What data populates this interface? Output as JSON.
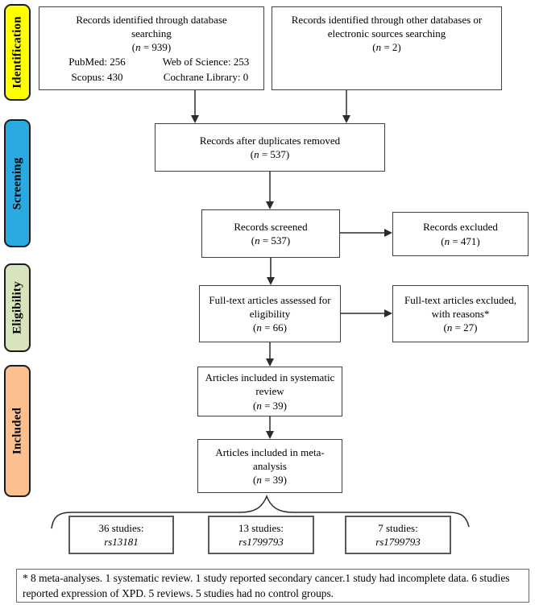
{
  "stages": [
    {
      "label": "Identification",
      "color": "#FFFF00"
    },
    {
      "label": "Screening",
      "color": "#29ABE2"
    },
    {
      "label": "Eligibility",
      "color": "#D7E4BC"
    },
    {
      "label": "Included",
      "color": "#FAC090"
    }
  ],
  "boxes": {
    "db_search": {
      "title": "Records identified through database searching",
      "n_line": "(n = 939)",
      "sources": [
        "PubMed: 256",
        "Web of Science: 253",
        "Scopus: 430",
        "Cochrane Library: 0"
      ]
    },
    "other_sources": {
      "title": "Records identified through other databases or electronic sources searching",
      "n_line": "(n = 2)"
    },
    "duplicates_removed": {
      "title": "Records after duplicates removed",
      "n_line": "(n = 537)"
    },
    "screened": {
      "title": "Records screened",
      "n_line": "(n = 537)"
    },
    "records_excluded": {
      "title": "Records excluded",
      "n_line": "(n = 471)"
    },
    "fulltext_assessed": {
      "title": "Full-text articles assessed for eligibility",
      "n_line": "(n = 66)"
    },
    "fulltext_excluded": {
      "title": "Full-text articles excluded, with reasons*",
      "n_line": "(n = 27)"
    },
    "systematic_review": {
      "title": "Articles included in systematic review",
      "n_line": "(n = 39)"
    },
    "meta_analysis": {
      "title": "Articles included in meta-analysis",
      "n_line": "(n = 39)"
    },
    "subgroup_1": {
      "title": "36 studies:",
      "variant": "rs13181"
    },
    "subgroup_2": {
      "title": "13 studies:",
      "variant": "rs1799793"
    },
    "subgroup_3": {
      "title": "7 studies:",
      "variant": "rs1799793"
    }
  },
  "footnote": "* 8 meta-analyses. 1 systematic review. 1 study reported secondary cancer.1 study had incomplete data. 6 studies reported expression of XPD. 5 reviews. 5 studies had no control groups."
}
